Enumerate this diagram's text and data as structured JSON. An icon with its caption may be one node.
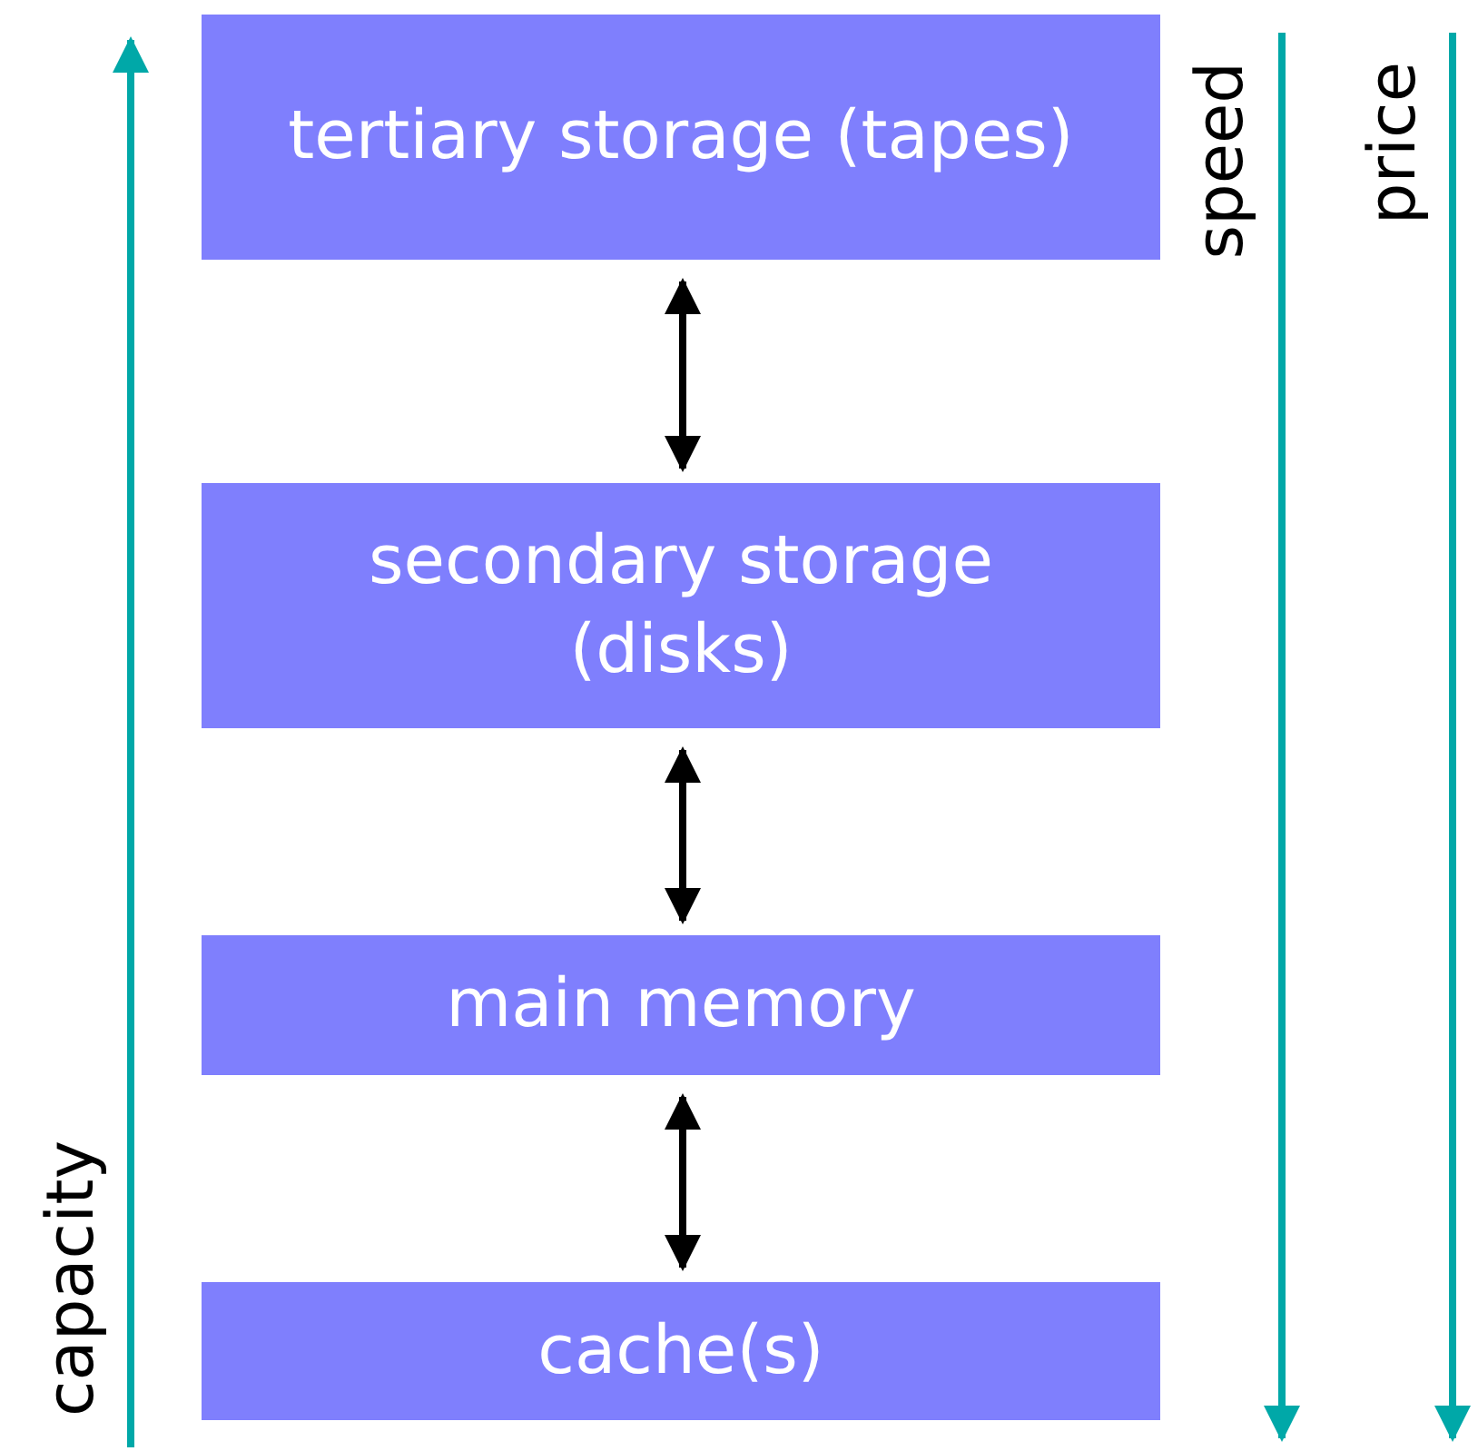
{
  "diagram": {
    "nodes": [
      {
        "text": [
          "tertiary storage (tapes)"
        ]
      },
      {
        "text": [
          "secondary storage (disks)"
        ]
      },
      {
        "text": [
          "main memory"
        ]
      },
      {
        "text": [
          "cache(s)"
        ]
      }
    ],
    "edges": [
      {
        "from": 0,
        "to": 1,
        "arrow": "both"
      },
      {
        "from": 1,
        "to": 2,
        "arrow": "both"
      },
      {
        "from": 2,
        "to": 3,
        "arrow": "both"
      }
    ],
    "labels": [
      "capacity",
      "speed",
      "price"
    ]
  }
}
